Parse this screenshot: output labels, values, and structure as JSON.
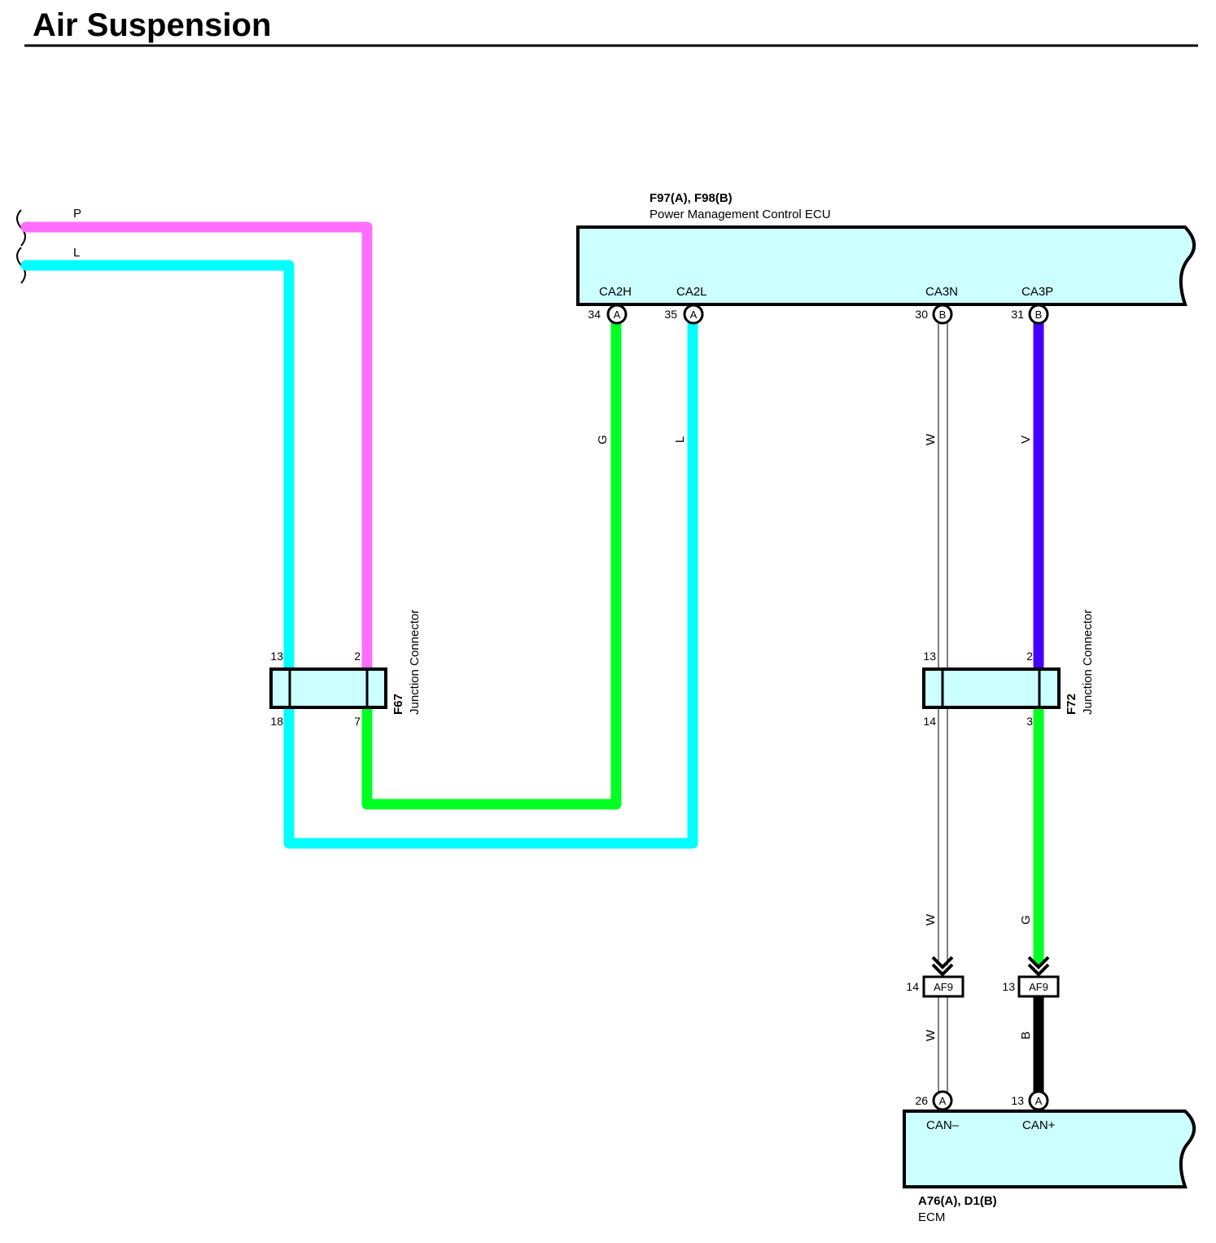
{
  "title": "Air Suspension",
  "colors": {
    "pink": "#ff6eff",
    "cyan": "#00ffff",
    "green": "#00ff22",
    "violet": "#4400ff",
    "black": "#000000",
    "box_fill": "#ccffff"
  },
  "left_wires": [
    {
      "code": "P"
    },
    {
      "code": "L"
    }
  ],
  "ecu_top": {
    "id": "F97(A), F98(B)",
    "name": "Power Management Control ECU",
    "terminals": [
      {
        "name": "CA2H",
        "pin": "34",
        "conn": "A"
      },
      {
        "name": "CA2L",
        "pin": "35",
        "conn": "A"
      },
      {
        "name": "CA3N",
        "pin": "30",
        "conn": "B"
      },
      {
        "name": "CA3P",
        "pin": "31",
        "conn": "B"
      }
    ]
  },
  "wire_codes": {
    "ca2h": "G",
    "ca2l": "L",
    "ca3n_upper": "W",
    "ca3p_upper": "V",
    "ca3n_lower": "W",
    "ca3p_lower": "G",
    "can_minus": "W",
    "can_plus": "B"
  },
  "jc_left": {
    "id": "F67",
    "name": "Junction Connector",
    "pins": {
      "top_left": "13",
      "top_right": "2",
      "bottom_left": "18",
      "bottom_right": "7"
    }
  },
  "jc_right": {
    "id": "F72",
    "name": "Junction Connector",
    "pins": {
      "top_left": "13",
      "top_right": "2",
      "bottom_left": "14",
      "bottom_right": "3"
    }
  },
  "inline_connectors": [
    {
      "pin": "14",
      "id": "AF9"
    },
    {
      "pin": "13",
      "id": "AF9"
    }
  ],
  "ecm": {
    "id": "A76(A), D1(B)",
    "name": "ECM",
    "terminals": [
      {
        "name": "CAN–",
        "pin": "26",
        "conn": "A"
      },
      {
        "name": "CAN+",
        "pin": "13",
        "conn": "A"
      }
    ]
  }
}
